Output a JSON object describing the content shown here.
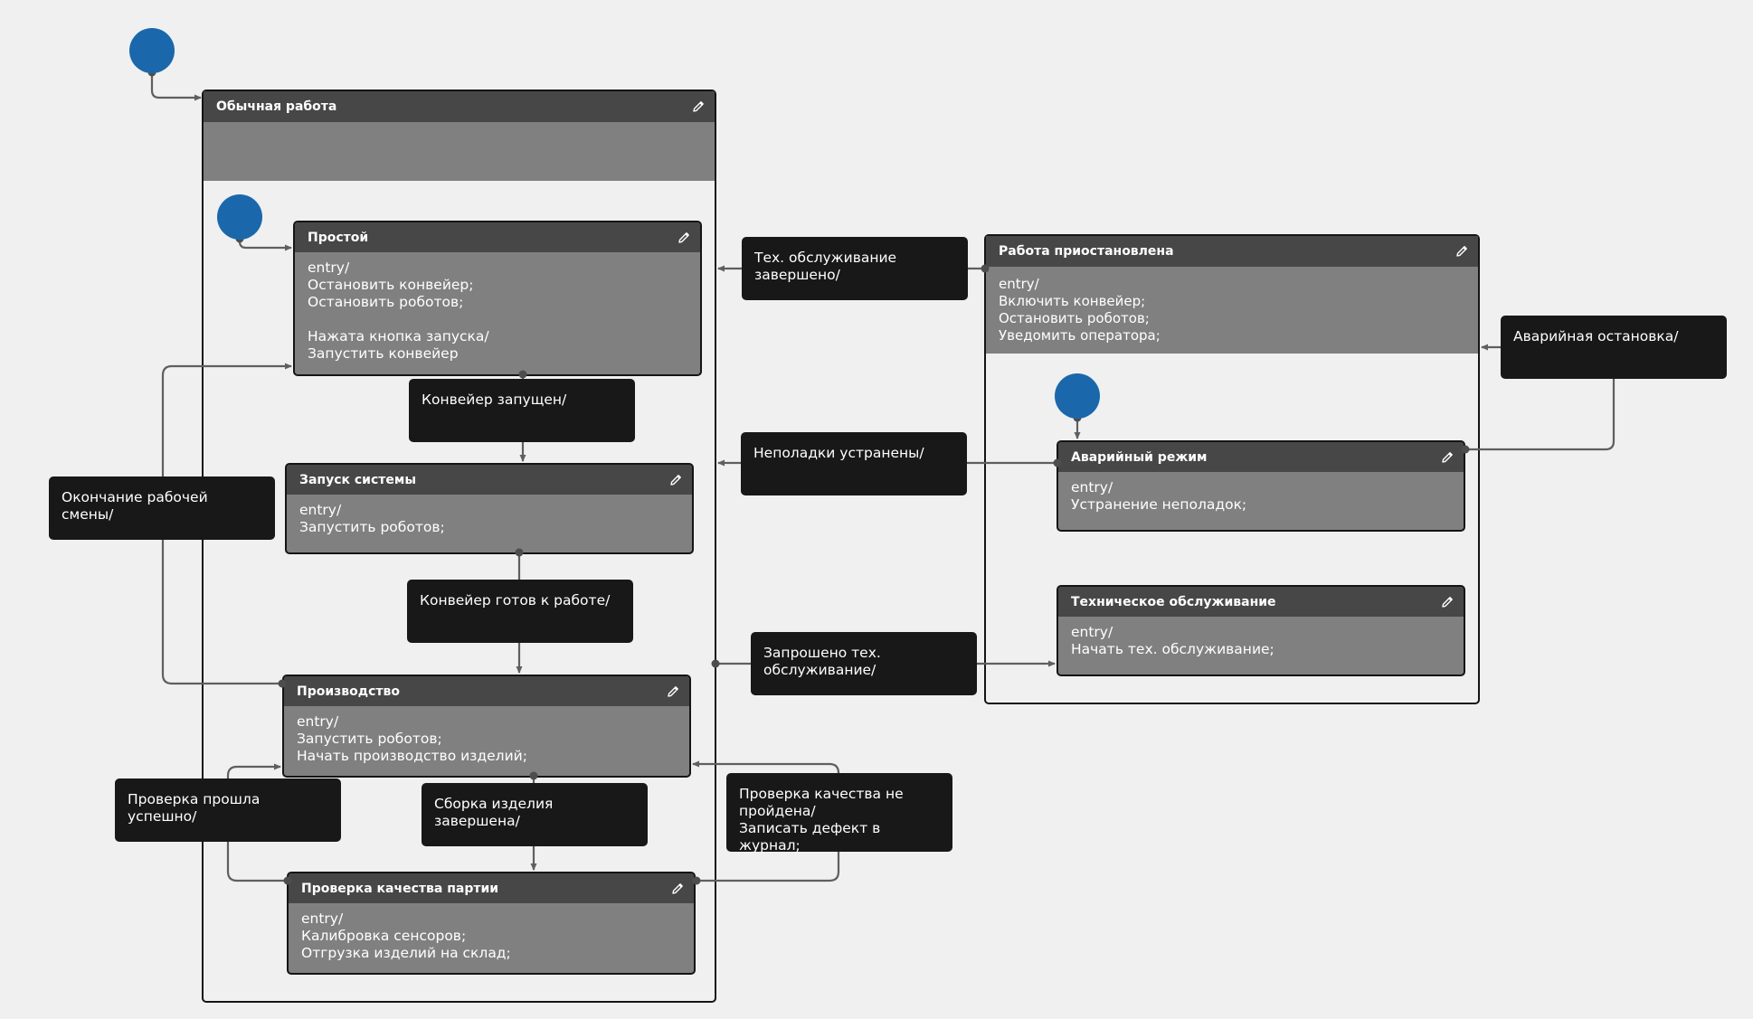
{
  "composites": {
    "normal": {
      "title": "Обычная работа"
    },
    "paused": {
      "title": "Работа приостановлена",
      "body": "entry/\nВключить конвейер;\nОстановить роботов;\nУведомить оператора;"
    }
  },
  "states": {
    "idle": {
      "title": "Простой",
      "body": "entry/\nОстановить конвейер;\nОстановить роботов;\n\nНажата кнопка запуска/\nЗапустить конвейер"
    },
    "startup": {
      "title": "Запуск системы",
      "body": "entry/\nЗапустить роботов;"
    },
    "production": {
      "title": "Производство",
      "body": "entry/\nЗапустить роботов;\nНачать производство изделий;"
    },
    "quality": {
      "title": "Проверка качества партии",
      "body": "entry/\nКалибровка сенсоров;\nОтгрузка изделий на склад;"
    },
    "emergency": {
      "title": "Аварийный режим",
      "body": "entry/\nУстранение неполадок;"
    },
    "maintenance": {
      "title": "Техническое обслуживание",
      "body": "entry/\nНачать тех. обслуживание;"
    }
  },
  "transitions": {
    "maintenance_done": "Тех. обслуживание\nзавершено/",
    "emergency_stop": "Аварийная остановка/",
    "conveyor_started": "Конвейер запущен/",
    "faults_fixed": "Неполадки устранены/",
    "shift_end": "Окончание рабочей смены/",
    "conveyor_ready": "Конвейер готов к работе/",
    "maintenance_requested": "Запрошено тех.\nобслуживание/",
    "check_passed": "Проверка прошла успешно/",
    "assembly_done": "Сборка изделия завершена/",
    "check_failed": "Проверка качества не\nпройдена/\nЗаписать дефект в журнал;"
  },
  "icons": {
    "edit": "pencil-icon"
  },
  "colors": {
    "background": "#f0f0f0",
    "state_header": "#474747",
    "state_body": "#808080",
    "transition_label": "#181818",
    "initial_node": "#1a68ab",
    "wire": "#5f5f5f"
  }
}
